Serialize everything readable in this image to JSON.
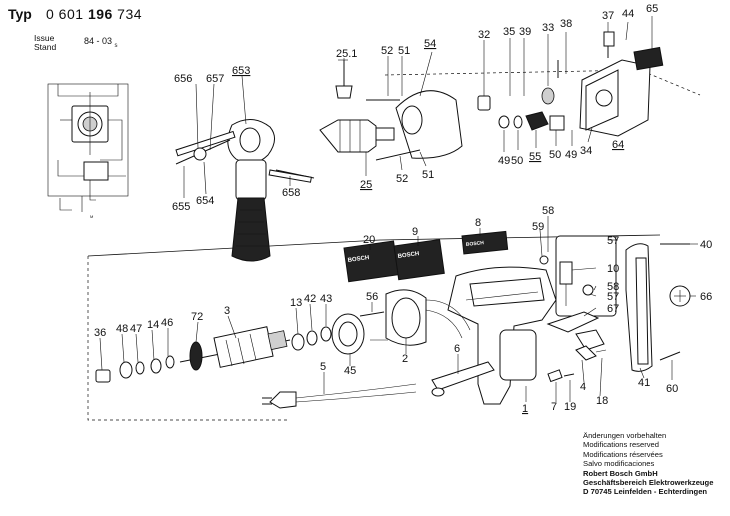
{
  "header": {
    "typ_label": "Typ",
    "typ_prefix": "0 601 ",
    "typ_bold": "196",
    "typ_suffix": " 734",
    "issue_label": "Issue",
    "stand_label": "Stand",
    "issue_value": "84 - 03",
    "issue_suffix": "s"
  },
  "footer": {
    "lines": [
      "Änderungen vorbehalten",
      "Modifications reserved",
      "Modifications réservées",
      "Salvo modificaciones"
    ],
    "company": "Robert Bosch GmbH",
    "division": "Geschäftsbereich Elektrowerkzeuge",
    "address": "D 70745 Leinfelden - Echterdingen"
  },
  "labels": {
    "l_25_1": "25.1",
    "l_52a": "52",
    "l_51a": "51",
    "l_54": "54",
    "l_32": "32",
    "l_35": "35",
    "l_39": "39",
    "l_33": "33",
    "l_38": "38",
    "l_37": "37",
    "l_44": "44",
    "l_65": "65",
    "l_656": "656",
    "l_657": "657",
    "l_653": "653",
    "l_655": "655",
    "l_654": "654",
    "l_658": "658",
    "l_25": "25",
    "l_52b": "52",
    "l_51b": "51",
    "l_49a": "49",
    "l_50a": "50",
    "l_55": "55",
    "l_50b": "50",
    "l_49b": "49",
    "l_34": "34",
    "l_64": "64",
    "l_20": "20",
    "l_9": "9",
    "l_8": "8",
    "l_58a": "58",
    "l_59": "59",
    "l_57a": "57",
    "l_40": "40",
    "l_10": "10",
    "l_58b": "58",
    "l_57b": "57",
    "l_67": "67",
    "l_66": "66",
    "l_13": "13",
    "l_42": "42",
    "l_43": "43",
    "l_56": "56",
    "l_36": "36",
    "l_48": "48",
    "l_47": "47",
    "l_14": "14",
    "l_46": "46",
    "l_72": "72",
    "l_3": "3",
    "l_2": "2",
    "l_45": "45",
    "l_6": "6",
    "l_5": "5",
    "l_1": "1",
    "l_7": "7",
    "l_19": "19",
    "l_4": "4",
    "l_18": "18",
    "l_41": "41",
    "l_60": "60"
  },
  "plates": {
    "plate_20_brand": "BOSCH",
    "plate_9_brand": "BOSCH",
    "plate_8_brand": "BOSCH"
  }
}
